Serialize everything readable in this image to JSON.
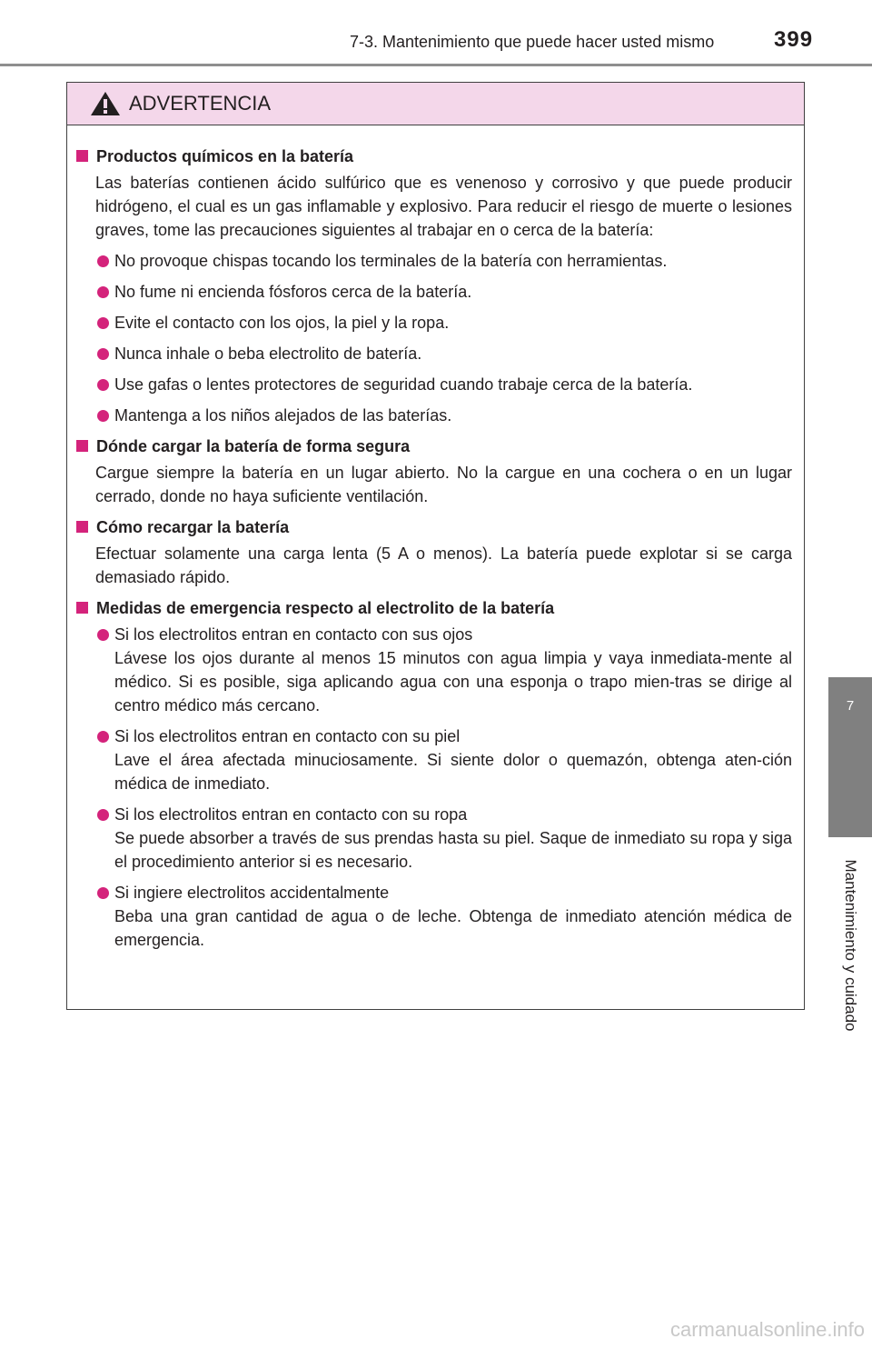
{
  "header": {
    "section": "7-3. Mantenimiento que puede hacer usted mismo",
    "page_number": "399"
  },
  "side_tab": {
    "number": "7",
    "label": "Mantenimiento y cuidado"
  },
  "warning": {
    "title": "ADVERTENCIA",
    "sections": [
      {
        "title": "Productos químicos en la batería",
        "body": "Las baterías contienen ácido sulfúrico que es venenoso y corrosivo y que puede producir hidrógeno, el cual es un gas inflamable y explosivo. Para reducir el riesgo de muerte o lesiones graves, tome las precauciones siguientes al trabajar en o cerca de la batería:",
        "bullets": [
          "No provoque chispas tocando los terminales de la batería con herramientas.",
          "No fume ni encienda fósforos cerca de la batería.",
          "Evite el contacto con los ojos, la piel y la ropa.",
          "Nunca inhale o beba electrolito de batería.",
          "Use gafas o lentes protectores de seguridad cuando trabaje cerca de la batería.",
          "Mantenga a los niños alejados de las baterías."
        ]
      },
      {
        "title": "Dónde cargar la batería de forma segura",
        "body": "Cargue siempre la batería en un lugar abierto. No la cargue en una cochera o en un lugar cerrado, donde no haya suficiente ventilación."
      },
      {
        "title": "Cómo recargar la batería",
        "body": "Efectuar solamente una carga lenta (5 A o menos). La batería puede explotar si se carga demasiado rápido."
      },
      {
        "title": "Medidas de emergencia respecto al electrolito de la batería",
        "items": [
          {
            "heading": "Si los electrolitos entran en contacto con sus ojos",
            "text": "Lávese los ojos durante al menos 15 minutos con agua limpia y vaya inmediata-mente al médico. Si es posible, siga aplicando agua con una esponja o trapo mien-tras se dirige al centro médico más cercano."
          },
          {
            "heading": "Si los electrolitos entran en contacto con su piel",
            "text": "Lave el área afectada minuciosamente. Si siente dolor o quemazón, obtenga aten-ción médica de inmediato."
          },
          {
            "heading": "Si los electrolitos entran en contacto con su ropa",
            "text": "Se puede absorber a través de sus prendas hasta su piel. Saque de inmediato su ropa y siga el procedimiento anterior si es necesario."
          },
          {
            "heading": "Si ingiere electrolitos accidentalmente",
            "text": "Beba una gran cantidad de agua o de leche. Obtenga de inmediato atención médica de emergencia."
          }
        ]
      }
    ]
  },
  "watermark": "carmanualsonline.info",
  "colors": {
    "accent": "#d4237b",
    "header_fill": "#f4d7ea",
    "tab_gray": "#808080",
    "rule_gray": "#8f8f8f"
  },
  "icons": {
    "warning": "warning-triangle-icon"
  }
}
